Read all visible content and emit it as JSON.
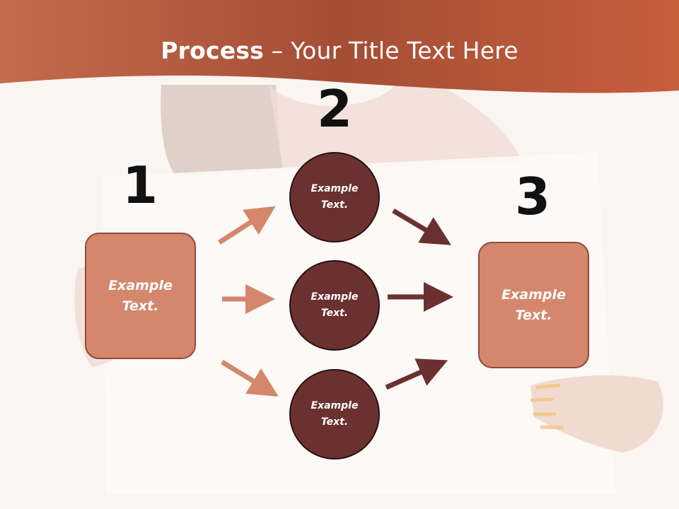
{
  "slide": {
    "title_strong": "Process",
    "title_rest": " – Your Title Text Here"
  },
  "steps": {
    "step1_number": "1",
    "step2_number": "2",
    "step3_number": "3"
  },
  "boxes": {
    "left_text": "Example\nText.",
    "right_text": "Example\nText."
  },
  "circles": {
    "top_text": "Example\nText.",
    "middle_text": "Example\nText.",
    "bottom_text": "Example\nText."
  },
  "colors": {
    "banner": "#b8553a",
    "box_fill": "#d4876c",
    "circle_fill": "#6b3131",
    "arrow_light": "#d4876c",
    "arrow_dark": "#6b3131"
  }
}
